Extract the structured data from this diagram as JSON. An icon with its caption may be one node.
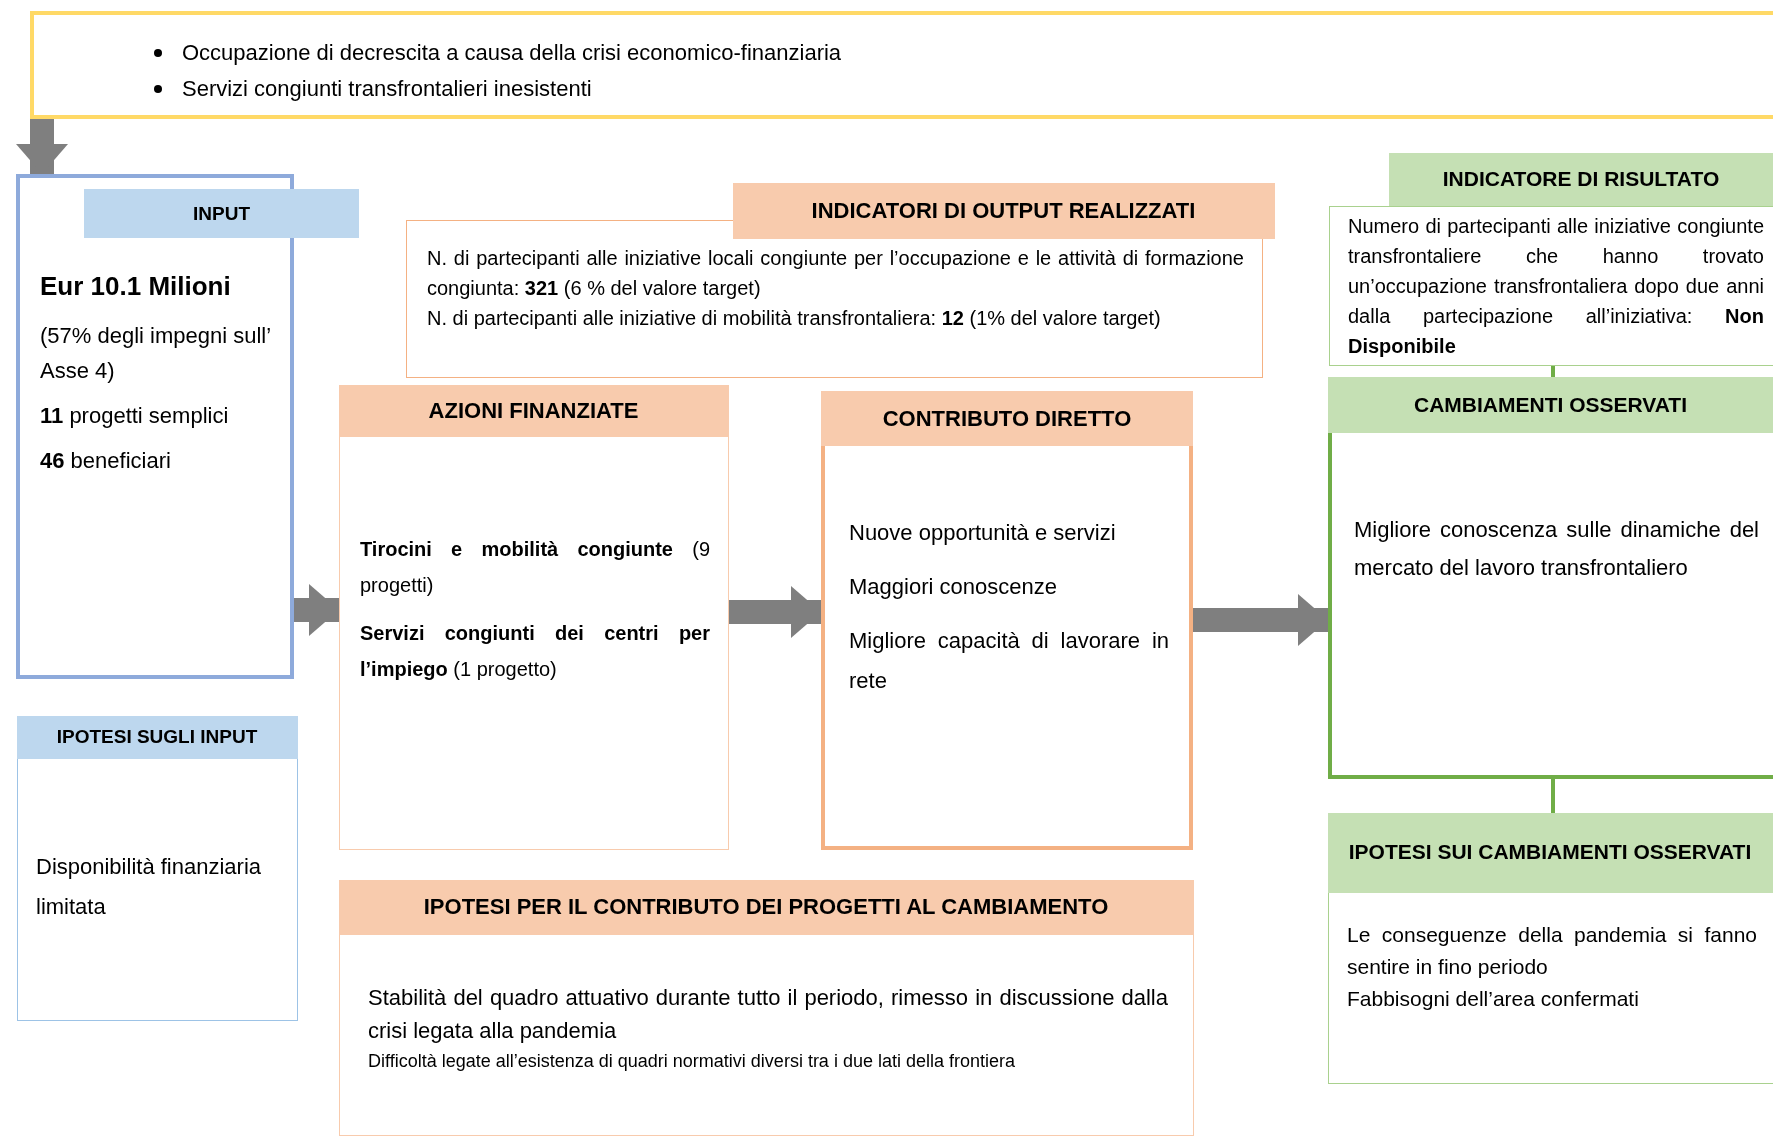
{
  "diagram": {
    "nodes": [
      {
        "text": [
          "Occupazione di decrescita a causa della crisi economico-finanziaria",
          "Servizi congiunti transfrontalieri inesistenti"
        ]
      },
      {
        "text": [
          "INPUT",
          "Eur 10.1 Milioni",
          "(57% degli impegni sull’ Asse 4)",
          "**11** progetti semplici",
          "**46** beneficiari"
        ]
      },
      {
        "text": [
          "IPOTESI SUGLI INPUT",
          "Disponibilità finanziaria limitata"
        ]
      },
      {
        "text": [
          "INDICATORI DI OUTPUT REALIZZATI",
          "N. di partecipanti alle iniziative locali congiunte per l’occupazione e le attività di formazione congiunta: **321** (6 % del valore target)",
          "N. di partecipanti alle iniziative di mobilità transfrontaliera: **12** (1% del valore target)"
        ]
      },
      {
        "text": [
          "AZIONI FINANZIATE",
          "**Tirocini e mobilità congiunte** (9 progetti)",
          "**Servizi congiunti dei centri per l’impiego** (1 progetto)"
        ]
      },
      {
        "text": [
          "CONTRIBUTO DIRETTO",
          "Nuove opportunità e servizi",
          "Maggiori conoscenze",
          "Migliore capacità di lavorare in rete"
        ]
      },
      {
        "text": [
          "IPOTESI PER IL CONTRIBUTO DEI PROGETTI AL CAMBIAMENTO",
          "Stabilità del quadro attuativo durante tutto il periodo, rimesso in discussione dalla crisi legata alla pandemia",
          "Difficoltà legate all’esistenza di quadri normativi diversi tra i due lati della frontiera"
        ]
      },
      {
        "text": [
          "INDICATORE DI RISULTATO",
          "Numero di partecipanti alle iniziative congiunte transfrontaliere che hanno trovato un’occupazione transfrontaliera dopo due anni dalla partecipazione all’iniziativa: **Non Disponibile**"
        ]
      },
      {
        "text": [
          "CAMBIAMENTI OSSERVATI",
          "Migliore conoscenza sulle dinamiche del mercato del lavoro transfrontaliero"
        ]
      },
      {
        "text": [
          "IPOTESI SUI CAMBIAMENTI OSSERVATI",
          "Le conseguenze della pandemia si fanno sentire in fino periodo",
          "Fabbisogni dell’area confermati"
        ]
      }
    ],
    "edges": [
      {
        "from": 0,
        "to": 1,
        "arrow": "to"
      },
      {
        "from": 1,
        "to": 4,
        "arrow": "to"
      },
      {
        "from": 4,
        "to": 5,
        "arrow": "to"
      },
      {
        "from": 5,
        "to": 8,
        "arrow": "to"
      },
      {
        "from": 7,
        "to": 8,
        "arrow": "none",
        "color": "#70ad47"
      },
      {
        "from": 8,
        "to": 9,
        "arrow": "none",
        "color": "#70ad47"
      }
    ]
  }
}
